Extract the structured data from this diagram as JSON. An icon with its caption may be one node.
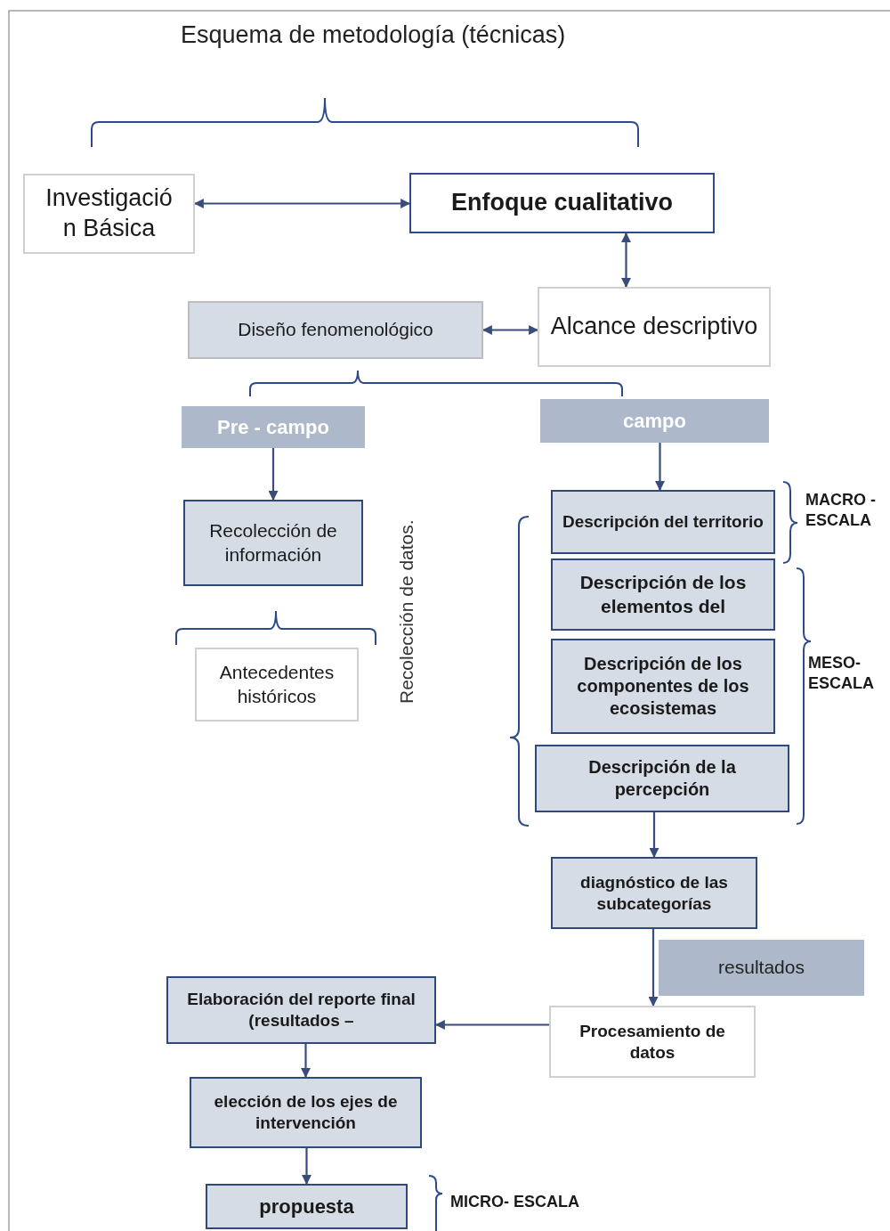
{
  "diagram": {
    "title": "Esquema de metodología (técnicas)",
    "nodes": [
      {
        "text": [
          "Investigación Básica"
        ]
      },
      {
        "text": [
          "Enfoque cualitativo"
        ]
      },
      {
        "text": [
          "Diseño fenomenológico"
        ]
      },
      {
        "text": [
          "Alcance descriptivo"
        ]
      },
      {
        "text": [
          "Pre - campo"
        ]
      },
      {
        "text": [
          "campo"
        ]
      },
      {
        "text": [
          "Recolección de información"
        ]
      },
      {
        "text": [
          "Antecedentes históricos"
        ]
      },
      {
        "text": [
          "Descripción del territorio"
        ]
      },
      {
        "text": [
          "Descripción de los elementos del"
        ]
      },
      {
        "text": [
          "Descripción de los componentes de los ecosistemas"
        ]
      },
      {
        "text": [
          "Descripción de la percepción"
        ]
      },
      {
        "text": [
          "diagnóstico de las subcategorías"
        ]
      },
      {
        "text": [
          "resultados"
        ]
      },
      {
        "text": [
          "Procesamiento de datos"
        ]
      },
      {
        "text": [
          "Elaboración del reporte final (resultados –"
        ]
      },
      {
        "text": [
          "elección de los ejes de intervención"
        ]
      },
      {
        "text": [
          "propuesta"
        ]
      }
    ],
    "edges": [
      {
        "from": 0,
        "to": 1,
        "arrow": "both"
      },
      {
        "from": 1,
        "to": 3,
        "arrow": "both"
      },
      {
        "from": 2,
        "to": 3,
        "arrow": "both"
      },
      {
        "from": 4,
        "to": 6,
        "arrow": "to"
      },
      {
        "from": 5,
        "to": 8,
        "arrow": "to"
      },
      {
        "from": 11,
        "to": 12,
        "arrow": "to"
      },
      {
        "from": 12,
        "to": 14,
        "arrow": "to"
      },
      {
        "from": 14,
        "to": 15,
        "arrow": "to"
      },
      {
        "from": 15,
        "to": 16,
        "arrow": "to"
      },
      {
        "from": 16,
        "to": 17,
        "arrow": "to"
      }
    ],
    "labels": [
      "Recolección de datos.",
      "MACRO - ESCALA",
      "MESO- ESCALA",
      "MICRO- ESCALA"
    ]
  }
}
